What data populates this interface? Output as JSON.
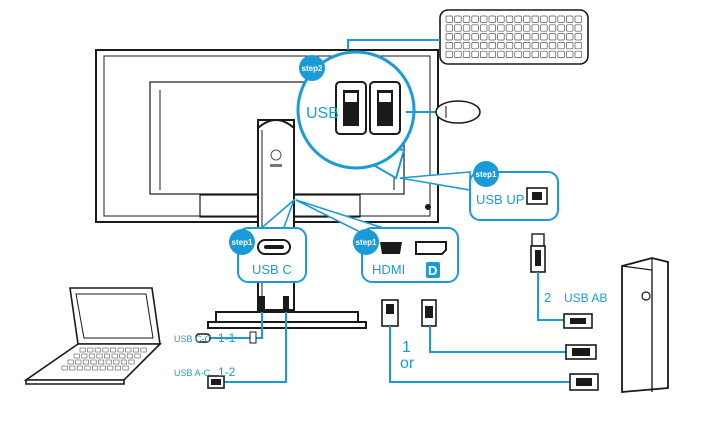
{
  "callouts": {
    "step2": {
      "badge": "step2",
      "label": "USB"
    },
    "step1_usb_up": {
      "badge": "step1",
      "label": "USB UP"
    },
    "step1_usb_c": {
      "badge": "step1",
      "label": "USB C"
    },
    "step1_hdmi": {
      "badge": "step1",
      "label": "HDMI"
    }
  },
  "cables": {
    "usb_cc_label": "USB C-C",
    "usb_cc_num": "1-1",
    "usb_ac_label": "USB A-C",
    "usb_ac_num": "1-2",
    "usb_ab_num": "2",
    "usb_ab_label": "USB AB",
    "option_num": "1",
    "option_or": "or"
  },
  "colors": {
    "accent": "#1a9bd7",
    "line": "#1a1a1a",
    "cable": "#1a9bd7"
  }
}
